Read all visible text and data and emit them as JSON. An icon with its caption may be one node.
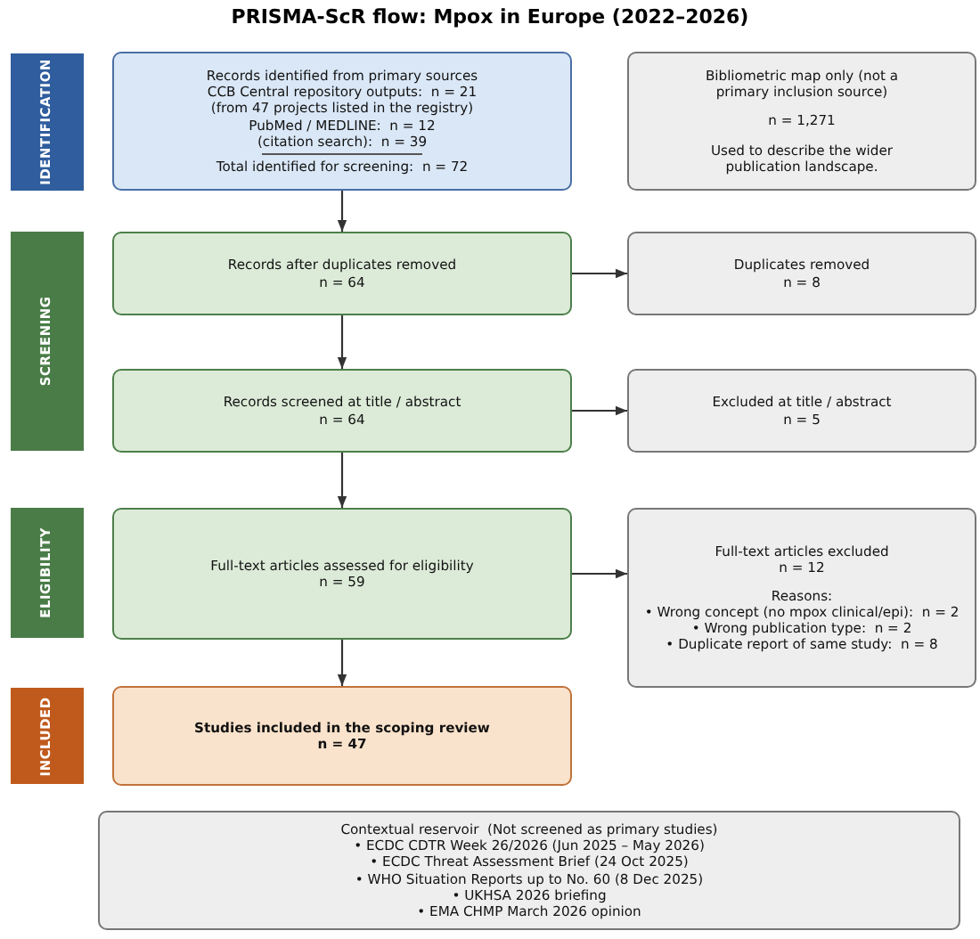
{
  "diagram": {
    "title": "PRISMA-ScR flow: Mpox in Europe (2022–2026)",
    "nodes": [
      {
        "text": [
          "IDENTIFICATION"
        ]
      },
      {
        "text": [
          "Records identified from primary sources",
          "CCB Central repository outputs:  n = 21 (from 47 projects listed in the registry)",
          "PubMed / MEDLINE:  n = 12",
          "(citation search):  n = 39",
          "Total identified for screening:  n = 72"
        ]
      },
      {
        "text": [
          "Bibliometric map only (not a primary inclusion source)",
          "n = 1,271",
          "Used to describe the wider publication landscape."
        ]
      },
      {
        "text": [
          "SCREENING"
        ]
      },
      {
        "text": [
          "Records after duplicates removed",
          "n = 64"
        ]
      },
      {
        "text": [
          "Duplicates removed",
          "n = 8"
        ]
      },
      {
        "text": [
          "Records screened at title / abstract",
          "n = 64"
        ]
      },
      {
        "text": [
          "Excluded at title / abstract",
          "n = 5"
        ]
      },
      {
        "text": [
          "ELIGIBILITY"
        ]
      },
      {
        "text": [
          "Full-text articles assessed for eligibility",
          "n = 59"
        ]
      },
      {
        "text": [
          "Full-text articles excluded",
          "n = 12",
          "Reasons:",
          "• Wrong concept (no mpox clinical/epi):  n = 2",
          "• Wrong publication type:  n = 2",
          "• Duplicate report of same study:  n = 8"
        ]
      },
      {
        "text": [
          "INCLUDED"
        ]
      },
      {
        "text": [
          "Studies included in the scoping review",
          "n = 47"
        ]
      },
      {
        "text": [
          "Contextual reservoir  (Not screened as primary studies)",
          "• ECDC CDTR Week 26/2026 (Jun 2025 – May 2026)",
          "• ECDC Threat Assessment Brief (24 Oct 2025)",
          "• WHO Situation Reports up to No. 60 (8 Dec 2025)",
          "• UKHSA 2026 briefing",
          "• EMA CHMP March 2026 opinion"
        ]
      }
    ],
    "edges": [
      {
        "from": 1,
        "to": 4,
        "arrow": "to"
      },
      {
        "from": 4,
        "to": 5,
        "arrow": "to"
      },
      {
        "from": 4,
        "to": 6,
        "arrow": "to"
      },
      {
        "from": 6,
        "to": 7,
        "arrow": "to"
      },
      {
        "from": 6,
        "to": 9,
        "arrow": "to"
      },
      {
        "from": 9,
        "to": 10,
        "arrow": "to"
      },
      {
        "from": 9,
        "to": 12,
        "arrow": "to"
      }
    ]
  }
}
